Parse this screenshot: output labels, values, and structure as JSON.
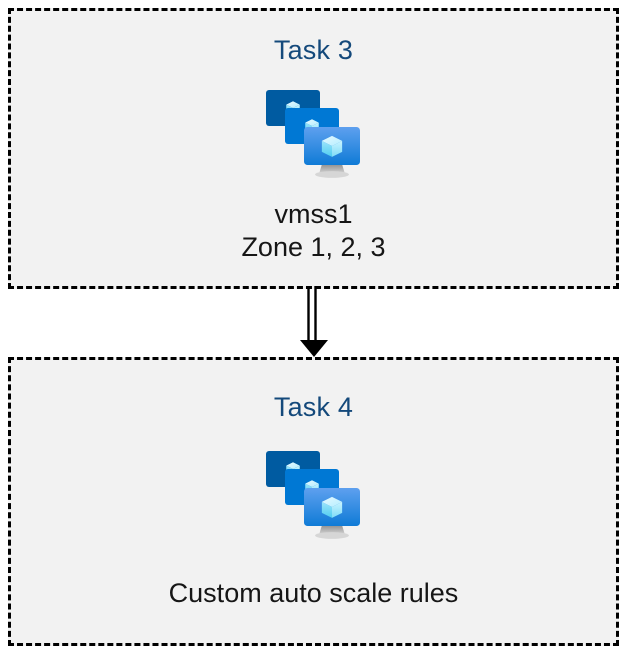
{
  "diagram": {
    "type": "flow",
    "orientation": "vertical",
    "background_color": "#ffffff",
    "box_fill_color": "#f2f2f2",
    "box_border_color": "#000000",
    "box_border_style": "dashed",
    "title_color": "#14497b",
    "caption_color": "#161616",
    "connector": {
      "name": "double-line-arrow",
      "color": "#000000",
      "from": "Task 3",
      "to": "Task 4",
      "direction": "down"
    },
    "nodes": [
      {
        "id": "task-3",
        "title": "Task 3",
        "icon": "virtual-machine-scale-set-icon",
        "caption_lines": [
          "vmss1",
          "Zone 1, 2, 3"
        ]
      },
      {
        "id": "task-4",
        "title": "Task 4",
        "icon": "virtual-machine-scale-set-icon",
        "caption_lines": [
          "Custom auto scale rules"
        ]
      }
    ]
  },
  "icon_colors": {
    "monitor_back": "#005ba1",
    "monitor_middle": "#0078d4",
    "monitor_front_top": "#5ea0ef",
    "monitor_front_bottom": "#0f7bd6",
    "cube_light": "#c3f1ff",
    "cube_mid": "#9cebff",
    "cube_dark": "#50e6ff",
    "stand_gray": "#9b9b9b",
    "stand_base": "#e0e0e0"
  }
}
